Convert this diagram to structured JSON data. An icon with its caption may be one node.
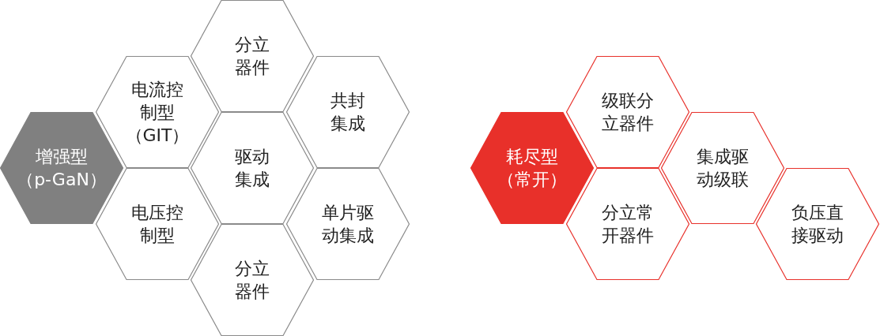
{
  "diagram": {
    "nodes": [
      {
        "text": [
          "增强型（p-GaN）"
        ]
      },
      {
        "text": [
          "电流控制型（GIT）"
        ]
      },
      {
        "text": [
          "电压控制型"
        ]
      },
      {
        "text": [
          "分立器件"
        ]
      },
      {
        "text": [
          "驱动集成"
        ]
      },
      {
        "text": [
          "分立器件"
        ]
      },
      {
        "text": [
          "共封集成"
        ]
      },
      {
        "text": [
          "单片驱动集成"
        ]
      },
      {
        "text": [
          "耗尽型（常开）"
        ]
      },
      {
        "text": [
          "级联分立器件"
        ]
      },
      {
        "text": [
          "分立常开器件"
        ]
      },
      {
        "text": [
          "集成驱动级联"
        ]
      },
      {
        "text": [
          "负压直接驱动"
        ]
      }
    ]
  }
}
